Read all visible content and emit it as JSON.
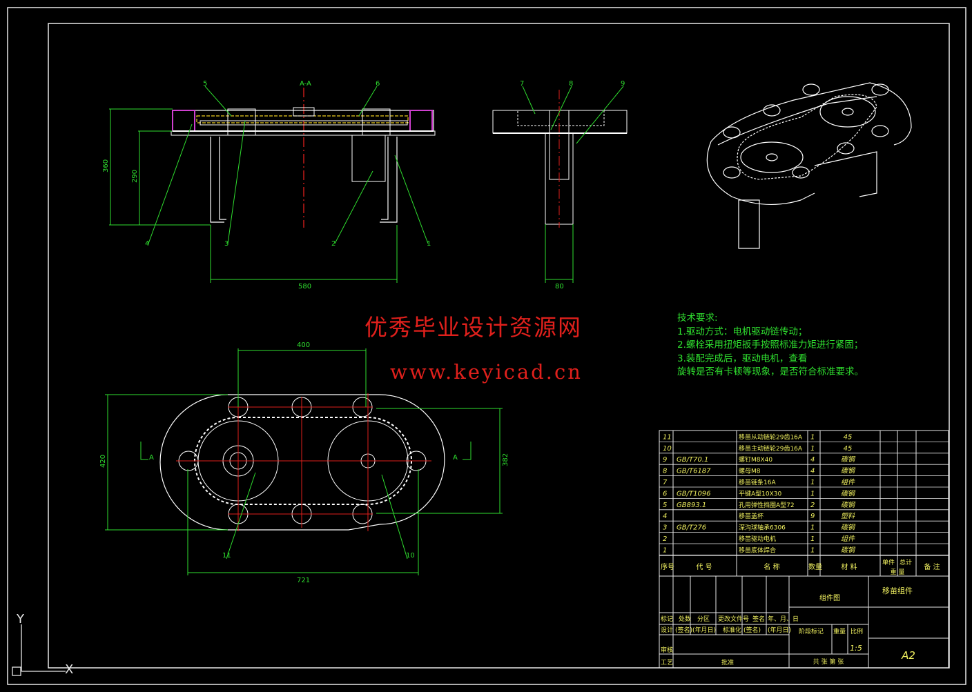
{
  "colors": {
    "background": "#000000",
    "frame": "#e8e8e8",
    "dims": "#2fe02f",
    "leaders": "#2fe02f",
    "centerline": "#e0201c",
    "part": "#ffffff",
    "highlight": "#d040d0",
    "watermark": "#e0201c",
    "table_text": "#f0f060"
  },
  "watermark": {
    "title": "优秀毕业设计资源网",
    "url": "www.keyicad.cn"
  },
  "section_label": "A-A",
  "view_labels": {
    "a_left": "A",
    "a_right": "A"
  },
  "dimensions": {
    "front_height": "360",
    "front_inner_height": "290",
    "front_width": "580",
    "side_width": "80",
    "top_span": "400",
    "top_height": "420",
    "top_right_height": "382",
    "top_width": "721"
  },
  "balloons": {
    "front": [
      "5",
      "6",
      "4",
      "3",
      "2",
      "1"
    ],
    "side": [
      "7",
      "8",
      "9"
    ],
    "top": [
      "11",
      "10"
    ]
  },
  "tech_requirements": {
    "title": "技术要求:",
    "lines": [
      "1.驱动方式：电机驱动链传动；",
      "2.螺栓采用扭矩扳手按照标准力矩进行紧固；",
      "3.装配完成后，驱动电机，查看",
      "旋转是否有卡顿等现象，是否符合标准要求。"
    ]
  },
  "bom": {
    "rows": [
      {
        "no": "11",
        "code": "",
        "name": "移苗从动链轮29齿16A",
        "qty": "1",
        "mat": "45"
      },
      {
        "no": "10",
        "code": "",
        "name": "移苗主动链轮29齿16A",
        "qty": "1",
        "mat": "45"
      },
      {
        "no": "9",
        "code": "GB/T70.1",
        "name": "螺钉M8X40",
        "qty": "4",
        "mat": "碳钢"
      },
      {
        "no": "8",
        "code": "GB/T6187",
        "name": "螺母M8",
        "qty": "4",
        "mat": "碳钢"
      },
      {
        "no": "7",
        "code": "",
        "name": "移苗链条16A",
        "qty": "1",
        "mat": "组件"
      },
      {
        "no": "6",
        "code": "GB/T1096",
        "name": "平键A型10X30",
        "qty": "1",
        "mat": "碳钢"
      },
      {
        "no": "5",
        "code": "GB893.1",
        "name": "孔用弹性挡圈A型72",
        "qty": "2",
        "mat": "碳钢"
      },
      {
        "no": "4",
        "code": "",
        "name": "移苗盖杯",
        "qty": "9",
        "mat": "塑料"
      },
      {
        "no": "3",
        "code": "GB/T276",
        "name": "深沟球轴承6306",
        "qty": "1",
        "mat": "碳钢"
      },
      {
        "no": "2",
        "code": "",
        "name": "移苗驱动电机",
        "qty": "1",
        "mat": "组件"
      },
      {
        "no": "1",
        "code": "",
        "name": "移苗底体焊合",
        "qty": "1",
        "mat": "碳钢"
      }
    ],
    "header": {
      "no": "序号",
      "code": "代 号",
      "name": "名 称",
      "qty": "数量",
      "mat": "材 料",
      "unit": "单件",
      "total": "总计",
      "weight": "重 量",
      "note": "备 注"
    }
  },
  "title_block": {
    "drawing_type": "组件图",
    "drawing_name": "移苗组件",
    "scale": "1:5",
    "sheet": "A2",
    "sheet_info": "共 张 第 张",
    "labels": {
      "mark": "标记",
      "count": "处数",
      "zone": "分区",
      "change": "更改文件号",
      "sign": "签名",
      "date": "年、月、日",
      "design": "设计",
      "sign2": "(签名)",
      "ymd": "(年月日)",
      "std": "标准化",
      "stage": "阶段标记",
      "weight": "重量",
      "ratio": "比例",
      "review": "审核",
      "craft": "工艺",
      "approve": "批准"
    }
  },
  "ucs": {
    "y": "Y",
    "x": "X"
  }
}
